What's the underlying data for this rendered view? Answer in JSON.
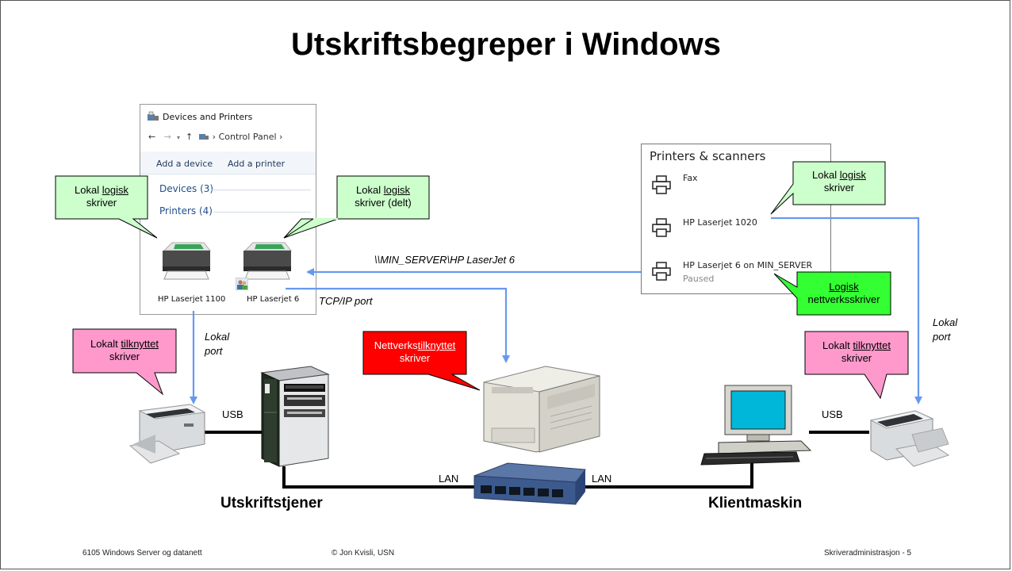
{
  "slide": {
    "title": "Utskriftsbegreper i Windows",
    "footer": {
      "course": "6105 Windows Server og datanett",
      "author": "© Jon Kvisli, USN",
      "page": "Skriveradministrasjon -  5"
    }
  },
  "devices_window": {
    "title": "Devices and Printers",
    "breadcrumb": "Control Panel",
    "toolbar": [
      "Add a device",
      "Add a printer"
    ],
    "groups": [
      "Devices (3)",
      "Printers (4)"
    ],
    "printers": [
      "HP Laserjet  1100",
      "HP Laserjet 6"
    ]
  },
  "printers_scanners": {
    "title": "Printers & scanners",
    "items": [
      {
        "name": "Fax",
        "status": ""
      },
      {
        "name": "HP Laserjet 1020",
        "status": ""
      },
      {
        "name": "HP Laserjet 6 on MIN_SERVER",
        "status": "Paused"
      }
    ]
  },
  "callouts": {
    "local_logical_left": {
      "pre": "Lokal ",
      "u": "logisk",
      "post": "",
      "line2": "skriver",
      "color": "#ccffcc"
    },
    "local_logical_shared": {
      "pre": "Lokal ",
      "u": "logisk",
      "post": "",
      "line2": "skriver (delt)",
      "color": "#ccffcc"
    },
    "local_logical_right": {
      "pre": "Lokal ",
      "u": "logisk",
      "post": "",
      "line2": "skriver",
      "color": "#ccffcc"
    },
    "network_logical": {
      "pre": "",
      "u": "Logisk",
      "post": "",
      "line2": "nettverksskriver",
      "color": "#33ff33"
    },
    "locally_attached_left": {
      "pre": "Lokalt ",
      "u": "tilknyttet",
      "post": "",
      "line2": "skriver",
      "color": "#ff99cc"
    },
    "network_attached": {
      "pre": "Nettverks",
      "u": "tilknyttet",
      "post": "",
      "line2": "skriver",
      "color": "#ff0000"
    },
    "locally_attached_right": {
      "pre": "Lokalt ",
      "u": "tilknyttet",
      "post": "",
      "line2": "skriver",
      "color": "#ff99cc"
    }
  },
  "labels": {
    "unc_path": "\\\\MIN_SERVER\\HP LaserJet 6",
    "tcpip_port": "TCP/IP port",
    "local_port_left": [
      "Lokal",
      "port"
    ],
    "local_port_right": [
      "Lokal",
      "port"
    ],
    "usb_left": "USB",
    "usb_right": "USB",
    "lan_left": "LAN",
    "lan_right": "LAN",
    "print_server": "Utskriftstjener",
    "client": "Klientmaskin"
  },
  "colors": {
    "arrow": "#6699ee",
    "cable": "#000000",
    "callout_green": "#ccffcc",
    "callout_bright_green": "#33ff33",
    "callout_pink": "#ff99cc",
    "callout_red": "#ff0000"
  }
}
